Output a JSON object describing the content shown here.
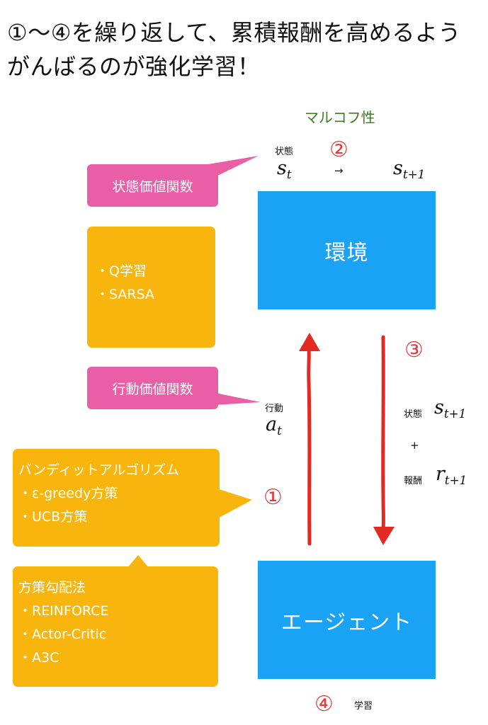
{
  "headline": {
    "line1": "①〜④を繰り返して、累積報酬を高めるよう",
    "line2": "がんばるのが強化学習！"
  },
  "diagram": {
    "markov_label": "マルコフ性",
    "state_caption": "状態",
    "step2": "②",
    "state_now_base": "s",
    "state_now_sub": "t",
    "state_arrow": "→",
    "state_next_base": "s",
    "state_next_sub": "t+1",
    "environment": "環境",
    "agent": "エージェント",
    "step1": "①",
    "step3": "③",
    "step4": "④",
    "learn_caption": "学習",
    "action_caption": "行動",
    "action_base": "a",
    "action_sub": "t",
    "obs_state_caption": "状態",
    "obs_state_base": "s",
    "obs_state_sub": "t+1",
    "plus": "+",
    "reward_caption": "報酬",
    "reward_base": "r",
    "reward_sub": "t+1",
    "arrow_color": "#e32a22",
    "env_color": "#1aa3f5",
    "pink_color": "#ea5ea6",
    "yellow_color": "#f7b50e"
  },
  "state_value_box": {
    "label": "状態価値関数"
  },
  "action_value_box": {
    "label": "行動価値関数"
  },
  "value_methods": {
    "items": [
      "・Q学習",
      "・SARSA"
    ]
  },
  "bandit": {
    "title": "バンディットアルゴリズム",
    "items": [
      "・ε-greedy方策",
      "・UCB方策"
    ]
  },
  "policy_gradient": {
    "title": "方策勾配法",
    "items": [
      "・REINFORCE",
      "・Actor-Critic",
      "・A3C"
    ]
  }
}
